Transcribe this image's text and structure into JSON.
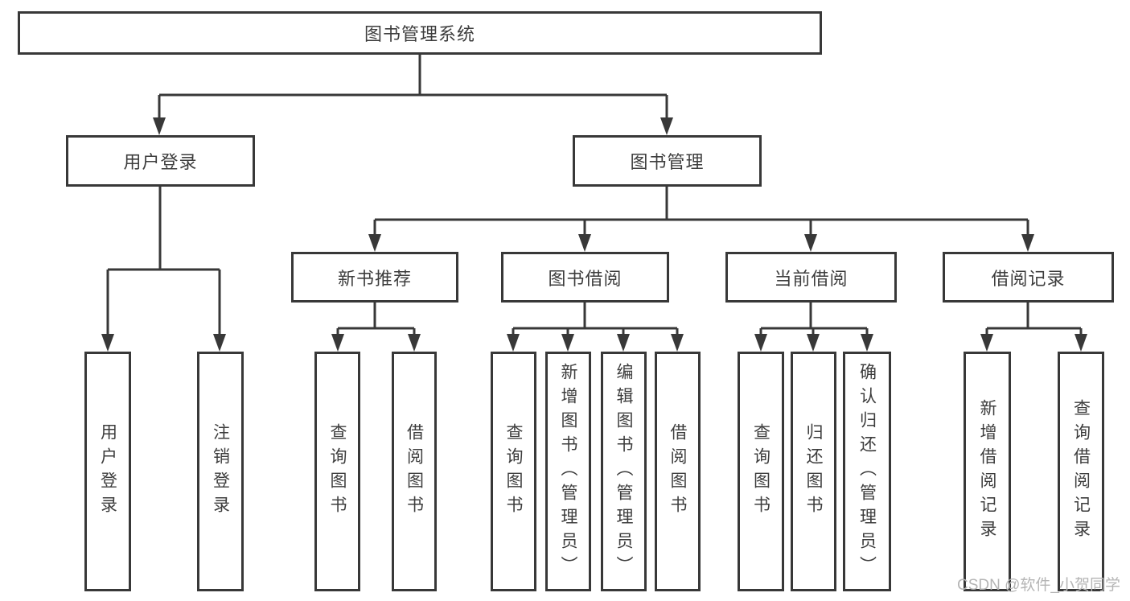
{
  "diagram": {
    "title": "图书管理系统",
    "level2": [
      {
        "label": "用户登录"
      },
      {
        "label": "图书管理"
      }
    ],
    "level3": [
      {
        "label": "新书推荐"
      },
      {
        "label": "图书借阅"
      },
      {
        "label": "当前借阅"
      },
      {
        "label": "借阅记录"
      }
    ],
    "leaves": [
      {
        "label": "用户登录"
      },
      {
        "label": "注销登录"
      },
      {
        "label": "查询图书"
      },
      {
        "label": "借阅图书"
      },
      {
        "label": "查询图书"
      },
      {
        "label": "新增图书（管理员）"
      },
      {
        "label": "编辑图书（管理员）"
      },
      {
        "label": "借阅图书"
      },
      {
        "label": "查询图书"
      },
      {
        "label": "归还图书"
      },
      {
        "label": "确认归还（管理员）"
      },
      {
        "label": "新增借阅记录"
      },
      {
        "label": "查询借阅记录"
      }
    ]
  },
  "watermark": "CSDN @软件_小贺同学",
  "colors": {
    "line": "#383838",
    "text": "#3d3d3d",
    "watermark": "#b5b5b5",
    "background": "#ffffff"
  }
}
